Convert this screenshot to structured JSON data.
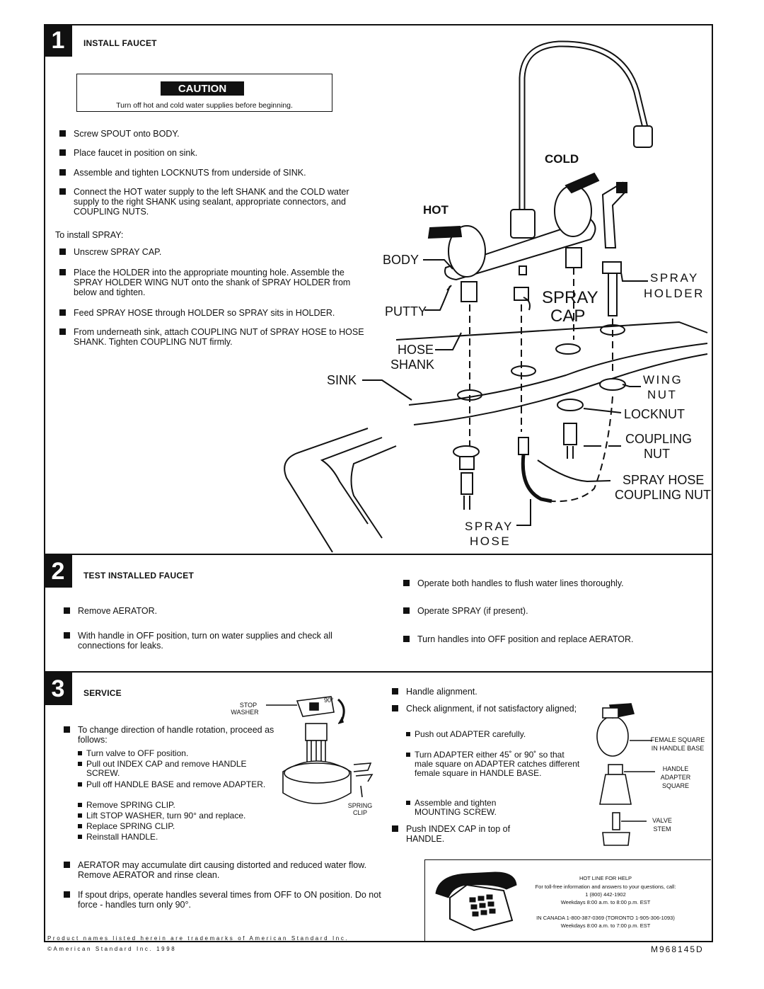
{
  "step1": {
    "number": "1",
    "title": "INSTALL FAUCET",
    "caution_label": "CAUTION",
    "caution_text": "Turn off hot and cold water supplies before beginning.",
    "bullets": [
      "Screw SPOUT onto BODY.",
      "Place faucet in position on sink.",
      "Assemble and tighten LOCKNUTS from underside of SINK.",
      "Connect the HOT water supply to the left SHANK and the COLD water supply to the right SHANK using sealant, appropriate connectors, and COUPLING NUTS."
    ],
    "spray_intro": "To install SPRAY:",
    "spray_bullets": [
      "Unscrew SPRAY CAP.",
      "Place the HOLDER into the appropriate mounting hole. Assemble the SPRAY HOLDER WING NUT onto the shank of  SPRAY HOLDER from below and tighten.",
      "Feed SPRAY HOSE through HOLDER so SPRAY sits in HOLDER.",
      "From underneath sink, attach COUPLING NUT of SPRAY HOSE to HOSE  SHANK. Tighten COUPLING NUT firmly."
    ],
    "diagram_labels": {
      "cold": "COLD",
      "hot": "HOT",
      "body": "BODY",
      "putty": "PUTTY",
      "spray_cap_1": "SPRAY",
      "spray_cap_2": "CAP",
      "spray_holder_1": "SPRAY",
      "spray_holder_2": "HOLDER",
      "hose_shank_1": "HOSE",
      "hose_shank_2": "SHANK",
      "sink": "SINK",
      "wing_nut_1": "WING",
      "wing_nut_2": "NUT",
      "locknut": "LOCKNUT",
      "coupling_nut_1": "COUPLING",
      "coupling_nut_2": "NUT",
      "spray_hose_coupling_1": "SPRAY HOSE",
      "spray_hose_coupling_2": "COUPLING NUT",
      "spray_hose_1": "SPRAY",
      "spray_hose_2": "HOSE"
    }
  },
  "step2": {
    "number": "2",
    "title": "TEST INSTALLED FAUCET",
    "left_bullets": [
      "Remove AERATOR.",
      "With handle in OFF position, turn on water supplies and check all connections for leaks."
    ],
    "right_bullets": [
      "Operate both handles to flush water lines thoroughly.",
      "Operate SPRAY (if present).",
      "Turn handles into OFF position and replace AERATOR."
    ]
  },
  "step3": {
    "number": "3",
    "title": "SERVICE",
    "rotation_intro": "To change direction of handle rotation, proceed as follows:",
    "rotation_steps": [
      "Turn valve to OFF position.",
      "Pull out INDEX CAP and remove HANDLE SCREW.",
      "Pull off HANDLE BASE and remove ADAPTER.",
      "Remove SPRING CLIP.",
      "Lift STOP WASHER, turn 90° and replace.",
      "Replace SPRING CLIP.",
      "Reinstall HANDLE."
    ],
    "diagram_labels": {
      "angle": "90°",
      "stop_washer_1": "STOP",
      "stop_washer_2": "WASHER",
      "spring_clip_1": "SPRING",
      "spring_clip_2": "CLIP",
      "female_square_1": "FEMALE SQUARE",
      "female_square_2": "IN HANDLE BASE",
      "handle_adapter_1": "HANDLE",
      "handle_adapter_2": "ADAPTER",
      "handle_adapter_3": "SQUARE",
      "valve_stem_1": "VALVE",
      "valve_stem_2": "STEM"
    },
    "aerator_note": "AERATOR may accumulate dirt causing distorted and reduced water flow.  Remove AERATOR and rinse clean.",
    "drip_note": "If spout drips, operate handles several times from OFF to ON position.  Do not force - handles turn only 90°.",
    "alignment": {
      "title": "Handle alignment.",
      "check": "Check alignment, if not satisfactory aligned;",
      "sub": [
        "Push out ADAPTER carefully.",
        "Turn ADAPTER either 45˚ or 90˚ so that male square on ADAPTER catches different female square in HANDLE BASE.",
        "Assemble and tighten MOUNTING SCREW."
      ],
      "final": "Push INDEX CAP in top of HANDLE."
    }
  },
  "hotline": {
    "title": "HOT LINE FOR HELP",
    "line1": "For toll-free information and answers to your questions, call:",
    "phone": "1 (800) 442-1902",
    "hours": "Weekdays 8:00 a.m. to 8:00 p.m. EST",
    "canada": "IN CANADA  1-800-387-0369   (TORONTO 1-905-306-1093)",
    "canada_hours": "Weekdays 8:00 a.m. to 7:00 p.m. EST"
  },
  "footer": {
    "trademark": "Product names listed herein are trademarks of American Standard Inc.",
    "copyright": "©American Standard Inc. 1998",
    "code": "M968145D"
  }
}
